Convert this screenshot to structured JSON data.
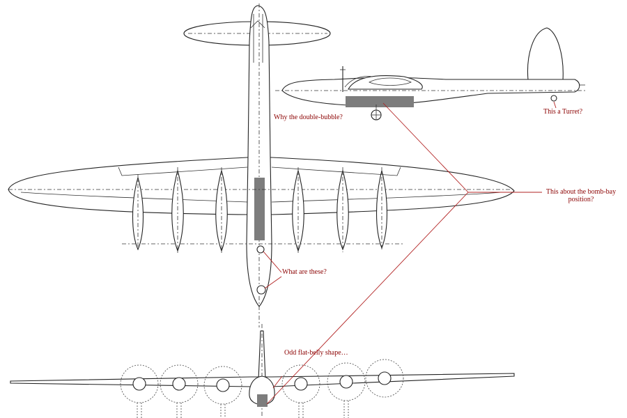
{
  "annotations": {
    "double_bubble": "Why the double-bubble?",
    "turret": "This a Turret?",
    "bomb_bay_line1": "This about the bomb-bay",
    "bomb_bay_line2": "position?",
    "what_are_these": "What are these?",
    "flat_belly": "Odd flat-belly shape…"
  },
  "colors": {
    "annotation_text": "#8b0000",
    "leader_lines": "#b22222",
    "bomb_bay_fill": "#7d7d7d",
    "drawing_lines": "#222222"
  }
}
